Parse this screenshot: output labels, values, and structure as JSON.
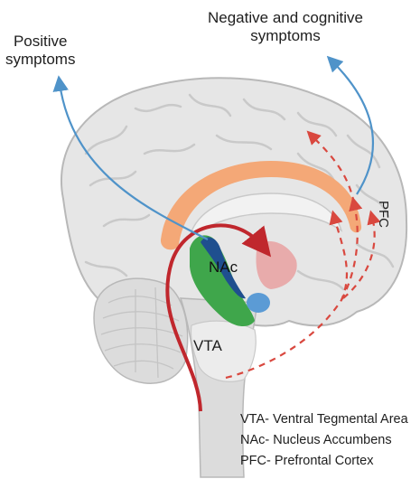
{
  "labels": {
    "positive_line1": "Positive",
    "positive_line2": "symptoms",
    "negative_line1": "Negative and cognitive",
    "negative_line2": "symptoms",
    "pfc": "PFC",
    "nac": "NAc",
    "vta": "VTA"
  },
  "legend": [
    "VTA- Ventral Tegmental Area",
    "NAc- Nucleus Accumbens",
    "PFC- Prefrontal Cortex"
  ],
  "colors": {
    "brain_fill": "#e6e6e6",
    "brain_outline": "#b8b8b8",
    "gyri": "#c9c9c9",
    "corpus_callosum": "#f4a877",
    "mesolimbic_pathway": "#c0272d",
    "mesocortical_pathway": "#d9483f",
    "blue_arrows": "#4f93c9",
    "striatum_green": "#3fa64b",
    "accumbens_blue": "#1f4f8f",
    "light_blue_nucleus": "#5b9bd5",
    "pink_region": "#e8a0a0"
  }
}
